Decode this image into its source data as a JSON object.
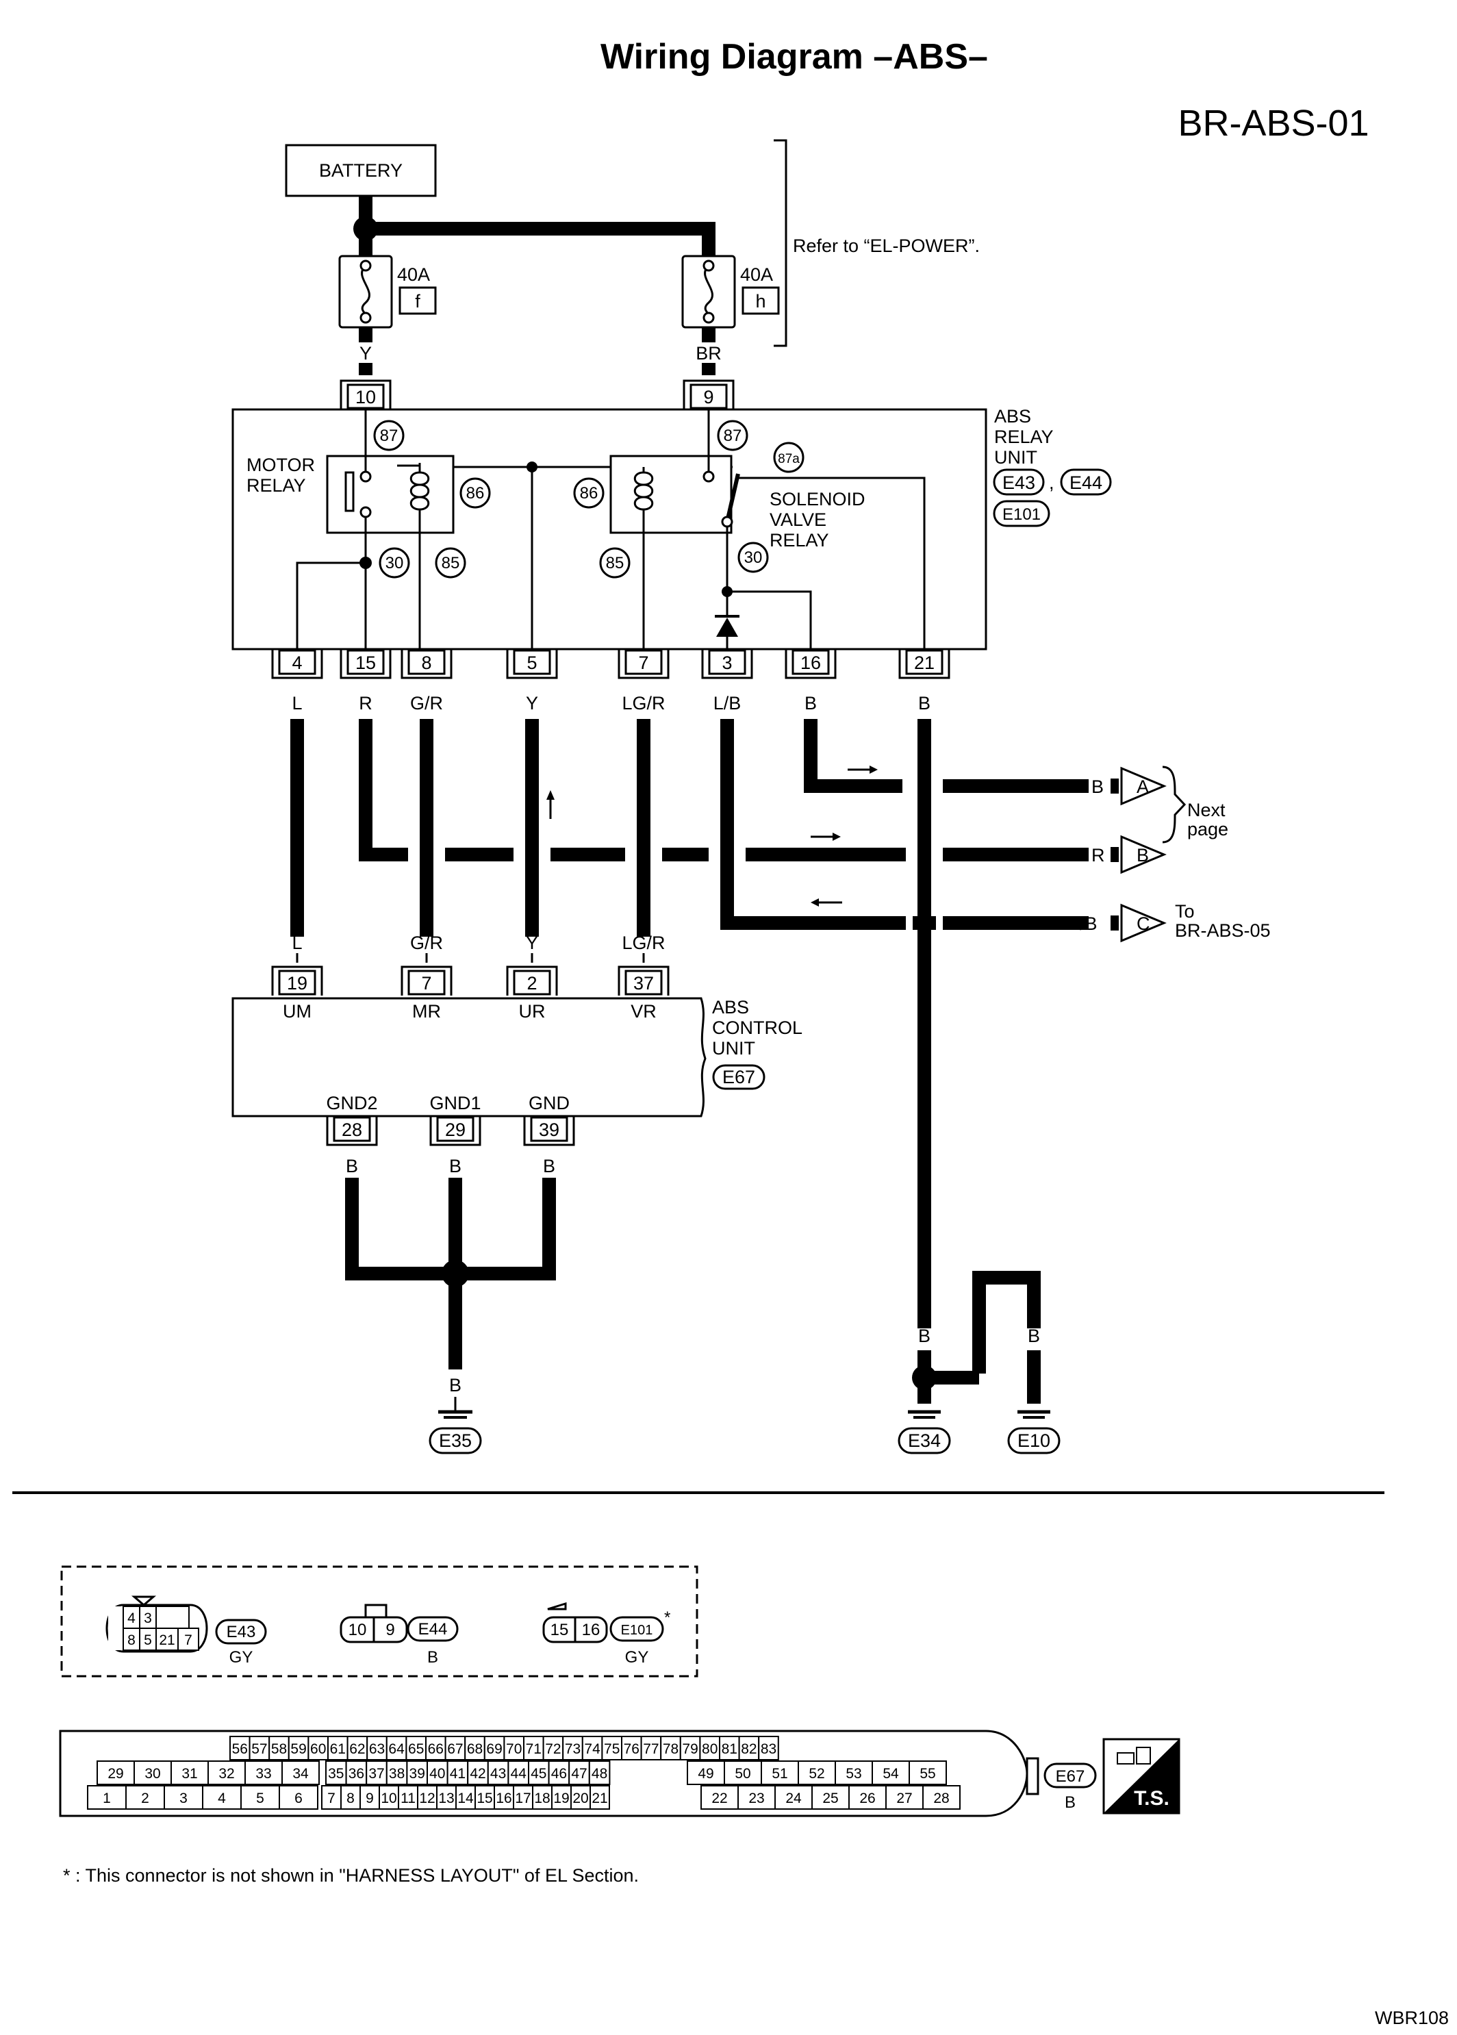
{
  "title": "Wiring Diagram –ABS–",
  "page_code": "BR-ABS-01",
  "figure_code": "WBR108",
  "battery": "BATTERY",
  "refer_note": "Refer to “EL-POWER”.",
  "fuses": [
    {
      "amp": "40A",
      "id": "f",
      "wire": "Y"
    },
    {
      "amp": "40A",
      "id": "h",
      "wire": "BR"
    }
  ],
  "relay_unit": {
    "name": "ABS\nRELAY\nUNIT",
    "connectors": [
      "E43",
      "E44",
      "E101"
    ],
    "motor_relay": "MOTOR\nRELAY",
    "solenoid_relay": "SOLENOID\nVALVE\nRELAY",
    "terminals": {
      "t87": "87",
      "t86": "86",
      "t85": "85",
      "t30": "30",
      "t87a": "87a"
    },
    "top_pins": [
      "10",
      "9"
    ],
    "bottom_pins": [
      "4",
      "15",
      "8",
      "5",
      "7",
      "3",
      "16",
      "21"
    ],
    "bottom_wires": [
      "L",
      "R",
      "G/R",
      "Y",
      "LG/R",
      "L/B",
      "B",
      "B"
    ]
  },
  "outputs": [
    {
      "wire": "B",
      "conn": "A"
    },
    {
      "wire": "R",
      "conn": "B"
    },
    {
      "wire": "L/B",
      "conn": "C"
    }
  ],
  "next_page": "Next\npage",
  "to_note": "To\nBR-ABS-05",
  "control_unit": {
    "name": "ABS\nCONTROL\nUNIT",
    "connector": "E67",
    "top_wires": [
      "L",
      "G/R",
      "Y",
      "LG/R"
    ],
    "top_pins": [
      "19",
      "7",
      "2",
      "37"
    ],
    "top_names": [
      "UM",
      "MR",
      "UR",
      "VR"
    ],
    "gnd_names": [
      "GND2",
      "GND1",
      "GND"
    ],
    "gnd_pins": [
      "28",
      "29",
      "39"
    ],
    "gnd_wires": [
      "B",
      "B",
      "B"
    ]
  },
  "grounds": {
    "left_wire": "B",
    "left_id": "E35",
    "right_wires": [
      "B",
      "B",
      "B"
    ],
    "right_ids": [
      "E34",
      "E10"
    ]
  },
  "connectors_detail": {
    "e43_pins": [
      "4",
      "3",
      "8",
      "5",
      "21",
      "7"
    ],
    "e43_id": "E43",
    "e43_color": "GY",
    "e44_pins": [
      "10",
      "9"
    ],
    "e44_id": "E44",
    "e44_color": "B",
    "e101_pins": [
      "15",
      "16"
    ],
    "e101_id": "E101",
    "e101_color": "GY",
    "asterisk": "*",
    "e67_id": "E67",
    "e67_color": "B",
    "e67_row1": [
      "56",
      "57",
      "58",
      "59",
      "60",
      "61",
      "62",
      "63",
      "64",
      "65",
      "66",
      "67",
      "68",
      "69",
      "70",
      "71",
      "72",
      "73",
      "74",
      "75",
      "76",
      "77",
      "78",
      "79",
      "80",
      "81",
      "82",
      "83"
    ],
    "e67_row2a": [
      "29",
      "30",
      "31",
      "32",
      "33",
      "34"
    ],
    "e67_row2b": [
      "35",
      "36",
      "37",
      "38",
      "39",
      "40",
      "41",
      "42",
      "43",
      "44",
      "45",
      "46",
      "47",
      "48"
    ],
    "e67_row2c": [
      "49",
      "50",
      "51",
      "52",
      "53",
      "54",
      "55"
    ],
    "e67_row3a": [
      "1",
      "2",
      "3",
      "4",
      "5",
      "6"
    ],
    "e67_row3b": [
      "7",
      "8",
      "9",
      "10",
      "11",
      "12",
      "13",
      "14",
      "15",
      "16",
      "17",
      "18",
      "19",
      "20",
      "21"
    ],
    "e67_row3c": [
      "22",
      "23",
      "24",
      "25",
      "26",
      "27",
      "28"
    ],
    "ts": "T.S."
  },
  "footnote": "* : This connector is not shown in \"HARNESS LAYOUT\" of EL Section."
}
